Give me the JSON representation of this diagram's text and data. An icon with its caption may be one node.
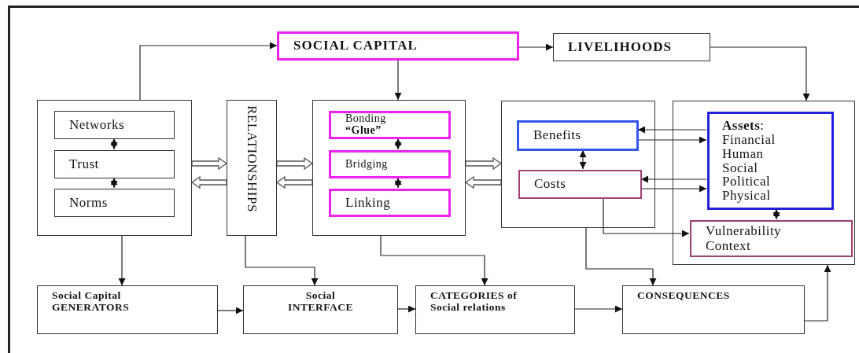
{
  "diagram": {
    "nodes": [
      {
        "text": [
          "SOCIAL CAPITAL"
        ]
      },
      {
        "text": [
          "LIVELIHOODS"
        ]
      },
      {
        "text": [],
        "shape": "box"
      },
      {
        "text": [
          "Networks"
        ],
        "in": 2
      },
      {
        "text": [
          "Trust"
        ],
        "in": 2
      },
      {
        "text": [
          "Norms"
        ],
        "in": 2
      },
      {
        "text": [
          "RELATIONSHIPS"
        ]
      },
      {
        "text": [],
        "shape": "box"
      },
      {
        "text": [
          "Bonding",
          "“Glue”"
        ],
        "in": 7
      },
      {
        "text": [
          "Bridging"
        ],
        "in": 7
      },
      {
        "text": [
          "Linking"
        ],
        "in": 7
      },
      {
        "text": [],
        "shape": "box"
      },
      {
        "text": [
          "Benefits"
        ],
        "in": 11
      },
      {
        "text": [
          "Costs"
        ],
        "in": 11
      },
      {
        "text": [],
        "shape": "box"
      },
      {
        "text": [
          "**Assets**: Financial Human Social Political Physical"
        ],
        "in": 14
      },
      {
        "text": [
          "Vulnerability Context"
        ],
        "in": 14
      },
      {
        "text": [
          "Social Capital GENERATORS"
        ]
      },
      {
        "text": [
          "Social INTERFACE"
        ]
      },
      {
        "text": [
          "CATEGORIES of Social relations"
        ]
      },
      {
        "text": [
          "CONSEQUENCES"
        ]
      }
    ],
    "edges": [
      {
        "from": 2,
        "to": 0,
        "arrow": "to"
      },
      {
        "from": 0,
        "to": 1,
        "arrow": "to"
      },
      {
        "from": 0,
        "to": 7,
        "arrow": "to"
      },
      {
        "from": 1,
        "to": 14,
        "arrow": "to"
      },
      {
        "from": 3,
        "to": 4,
        "arrow": "both"
      },
      {
        "from": 4,
        "to": 5,
        "arrow": "both"
      },
      {
        "from": 8,
        "to": 9,
        "arrow": "both"
      },
      {
        "from": 9,
        "to": 10,
        "arrow": "both"
      },
      {
        "from": 2,
        "to": 6,
        "arrow": "to",
        "style": "thick"
      },
      {
        "from": 6,
        "to": 2,
        "arrow": "to",
        "style": "thick"
      },
      {
        "from": 6,
        "to": 7,
        "arrow": "to",
        "style": "thick"
      },
      {
        "from": 7,
        "to": 6,
        "arrow": "to",
        "style": "thick"
      },
      {
        "from": 7,
        "to": 11,
        "arrow": "to",
        "style": "thick"
      },
      {
        "from": 11,
        "to": 7,
        "arrow": "to",
        "style": "thick"
      },
      {
        "from": 12,
        "to": 13,
        "arrow": "both"
      },
      {
        "from": 15,
        "to": 12,
        "arrow": "to"
      },
      {
        "from": 12,
        "to": 15,
        "arrow": "to"
      },
      {
        "from": 15,
        "to": 13,
        "arrow": "to"
      },
      {
        "from": 13,
        "to": 15,
        "arrow": "to"
      },
      {
        "from": 15,
        "to": 16,
        "arrow": "both"
      },
      {
        "from": 13,
        "to": 16,
        "arrow": "to"
      },
      {
        "from": 11,
        "to": 20,
        "arrow": "to"
      },
      {
        "from": 2,
        "to": 17,
        "arrow": "to"
      },
      {
        "from": 6,
        "to": 18,
        "arrow": "to"
      },
      {
        "from": 7,
        "to": 19,
        "arrow": "to"
      },
      {
        "from": 17,
        "to": 18,
        "arrow": "to"
      },
      {
        "from": 18,
        "to": 19,
        "arrow": "to"
      },
      {
        "from": 19,
        "to": 20,
        "arrow": "to"
      },
      {
        "from": 20,
        "to": 14,
        "arrow": "to"
      }
    ]
  }
}
